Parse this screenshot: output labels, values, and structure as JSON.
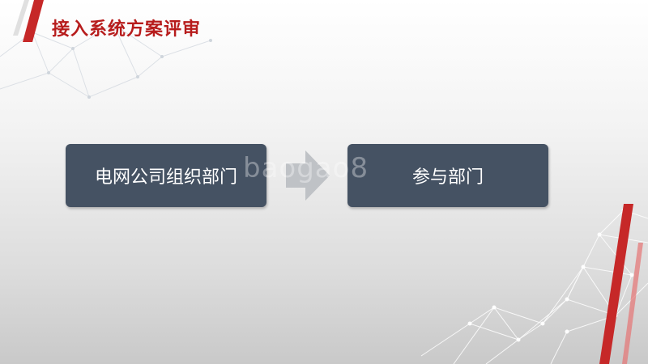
{
  "slide": {
    "title": "接入系统方案评审"
  },
  "flow": {
    "source_label": "电网公司组织部门",
    "target_label": "参与部门"
  },
  "watermark": {
    "text": "baogao8"
  },
  "colors": {
    "title": "#b71c1c",
    "accent": "#c62828",
    "box_fill": "#455263",
    "arrow_fill": "#bfc2c6",
    "box_text": "#ffffff"
  },
  "icons": {
    "arrow": "right-arrow-icon"
  }
}
